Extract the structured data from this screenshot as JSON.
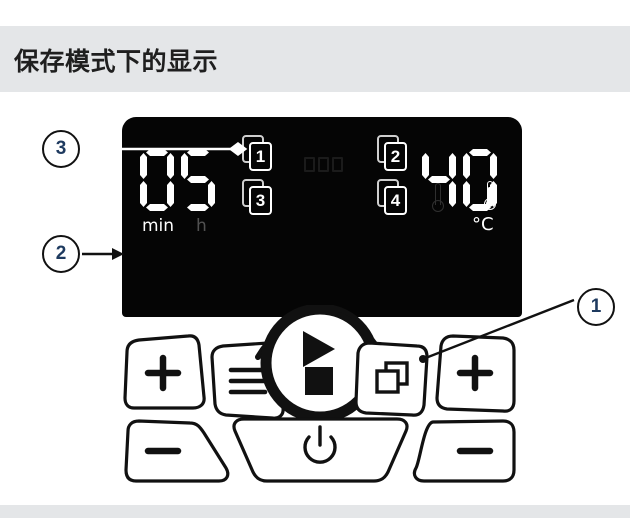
{
  "page": {
    "title": "保存模式下的显示",
    "background_color": "#ffffff",
    "band_color": "#e4e6e8"
  },
  "display": {
    "panel_color": "#050505",
    "segment_color": "#ffffff",
    "memory_slots": [
      {
        "id": "slot-1",
        "label": "1",
        "state": "lit"
      },
      {
        "id": "slot-2",
        "label": "2",
        "state": "lit"
      },
      {
        "id": "slot-3",
        "label": "3",
        "state": "lit"
      },
      {
        "id": "slot-4",
        "label": "4",
        "state": "lit"
      }
    ],
    "icons": [
      {
        "name": "thermometer-dim-icon",
        "state": "dim"
      },
      {
        "name": "thermometer-lit-icon",
        "state": "lit"
      }
    ],
    "time_readout": {
      "value": "05",
      "digits": [
        "0",
        "5"
      ],
      "unit_active": "min",
      "unit_inactive": "h"
    },
    "temperature_readout": {
      "value": "40",
      "digits": [
        "4",
        "0"
      ],
      "unit": "°C"
    },
    "center_readout": {
      "value": "",
      "state": "dim"
    }
  },
  "keypad": {
    "buttons": [
      {
        "name": "temp-plus-button",
        "icon": "plus-icon",
        "label": "+"
      },
      {
        "name": "menu-button",
        "icon": "menu-lines-icon",
        "label": ""
      },
      {
        "name": "start-stop-button",
        "icon": "play-stop-icon",
        "label": ""
      },
      {
        "name": "memory-button",
        "icon": "stacked-squares-icon",
        "label": ""
      },
      {
        "name": "time-plus-button",
        "icon": "plus-icon",
        "label": "+"
      },
      {
        "name": "temp-minus-button",
        "icon": "minus-icon",
        "label": "−"
      },
      {
        "name": "power-button",
        "icon": "power-icon",
        "label": ""
      },
      {
        "name": "time-minus-button",
        "icon": "minus-icon",
        "label": "−"
      }
    ]
  },
  "callouts": [
    {
      "id": "callout-1",
      "label": "1",
      "points_to": "memory-button"
    },
    {
      "id": "callout-2",
      "label": "2",
      "points_to": "time-readout"
    },
    {
      "id": "callout-3",
      "label": "3",
      "points_to": "memory-slot-1"
    }
  ]
}
